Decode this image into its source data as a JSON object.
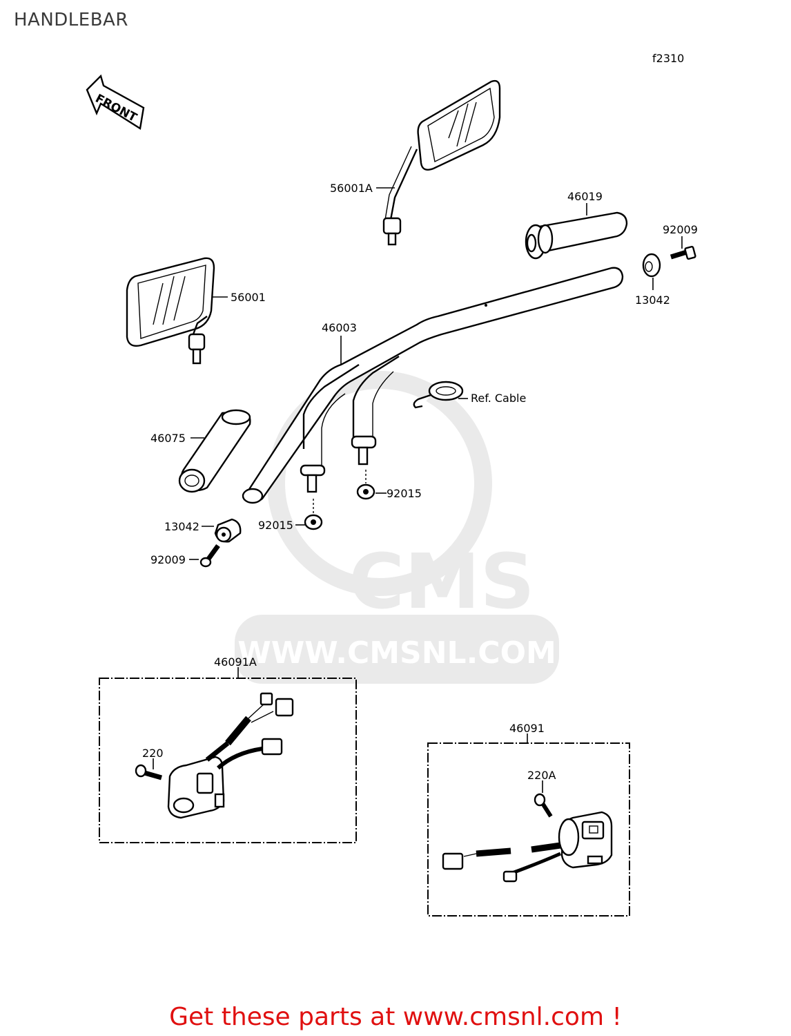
{
  "page": {
    "title": "HANDLEBAR",
    "figure_code": "f2310",
    "front_label": "FRONT",
    "watermark_brand": "CMS",
    "watermark_url": "WWW.CMSNL.COM",
    "footer_link": "Get these parts at www.cmsnl.com !"
  },
  "parts": {
    "mirror_right": "56001A",
    "mirror_left": "56001",
    "throttle_grip": "46019",
    "bolt_right": "92009",
    "weight_right": "13042",
    "handlebar": "46003",
    "ref_cable": "Ref. Cable",
    "grip_left": "46075",
    "nut_right": "92015",
    "nut_left": "92015",
    "weight_left": "13042",
    "bolt_left": "92009",
    "switch_left": "46091A",
    "screw_left": "220",
    "switch_right": "46091",
    "screw_right": "220A"
  },
  "colors": {
    "footer": "#e01010",
    "watermark": "#d9d9d9"
  }
}
